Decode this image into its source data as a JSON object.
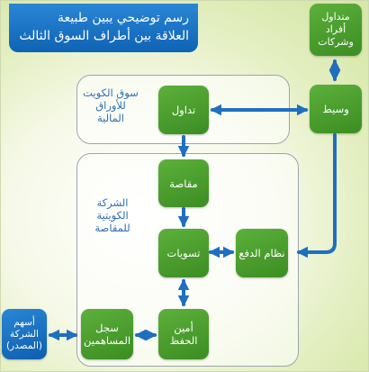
{
  "title": {
    "line1": "رسم توضيحي يبين طبيعة",
    "line2": "العلاقة بين أطراف السوق الثالث"
  },
  "panels": {
    "kuwait_exchange": "سوق الكويت للأوراق المالية",
    "clearing_company": "الشركة الكويتية للمقاصة"
  },
  "nodes": {
    "trading_parties": "متداول أفراد وشركات",
    "broker": "وسيط",
    "trading": "تداول",
    "clearing": "مقاصة",
    "settlements": "تسويات",
    "payment_system": "نظام الدفع",
    "custodian": "أمين الحفظ",
    "shareholder_registry": "سجل المساهمين",
    "company_shares": "أسهم الشركة (المصدر)"
  },
  "colors": {
    "node_green": "#4ea02e",
    "node_blue": "#1a70c4",
    "arrow": "#1f6fc0",
    "panel_border": "#9aa6ae"
  }
}
